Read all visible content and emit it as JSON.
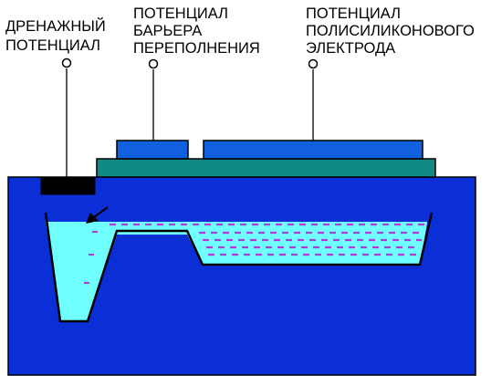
{
  "labels": {
    "drain": {
      "line1": "ДРЕНАЖНЫЙ",
      "line2": "ПОТЕНЦИАЛ"
    },
    "overflow_barrier": {
      "line1": "ПОТЕНЦИАЛ",
      "line2": "БАРЬЕРА",
      "line3": "ПЕРЕПОЛНЕНИЯ"
    },
    "poly_electrode": {
      "line1": "ПОТЕНЦИАЛ",
      "line2": "ПОЛИСИЛИКОНОВОГО",
      "line3": "ЭЛЕКТРОДА"
    }
  },
  "colors": {
    "substrate": "#0a2fd6",
    "oxide": "#0f8a84",
    "gate": "#1060e0",
    "drain_contact": "#000000",
    "charge_fill": "#70ffff",
    "charge_dash": "#b03cd8",
    "outline": "#000000"
  },
  "icons": {
    "terminal": "terminal-circle-icon",
    "arrow": "overflow-arrow-icon"
  }
}
